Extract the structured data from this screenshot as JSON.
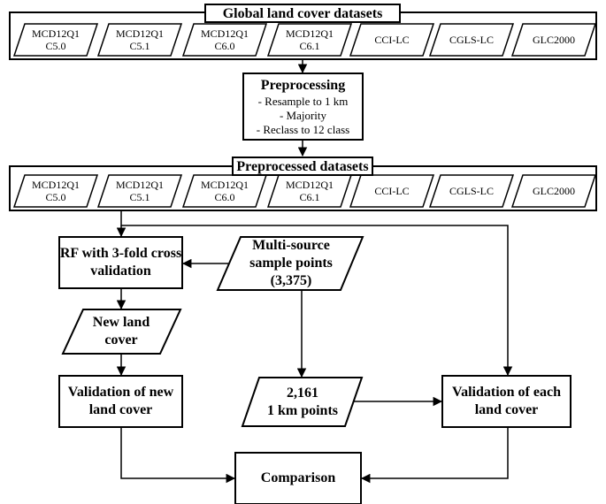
{
  "global": {
    "title": "Global land cover datasets",
    "datasets": [
      {
        "line1": "MCD12Q1",
        "line2": "C5.0"
      },
      {
        "line1": "MCD12Q1",
        "line2": "C5.1"
      },
      {
        "line1": "MCD12Q1",
        "line2": "C6.0"
      },
      {
        "line1": "MCD12Q1",
        "line2": "C6.1"
      },
      {
        "line1": "CCI-LC",
        "line2": ""
      },
      {
        "line1": "CGLS-LC",
        "line2": ""
      },
      {
        "line1": "GLC2000",
        "line2": ""
      }
    ]
  },
  "preprocessing": {
    "title": "Preprocessing",
    "steps": [
      "- Resample to 1 km",
      "- Majority",
      "- Reclass to 12 class"
    ]
  },
  "preprocessed": {
    "title": "Preprocessed datasets",
    "datasets": [
      {
        "line1": "MCD12Q1",
        "line2": "C5.0"
      },
      {
        "line1": "MCD12Q1",
        "line2": "C5.1"
      },
      {
        "line1": "MCD12Q1",
        "line2": "C6.0"
      },
      {
        "line1": "MCD12Q1",
        "line2": "C6.1"
      },
      {
        "line1": "CCI-LC",
        "line2": ""
      },
      {
        "line1": "CGLS-LC",
        "line2": ""
      },
      {
        "line1": "GLC2000",
        "line2": ""
      }
    ]
  },
  "rf": {
    "line1": "RF with 3-fold cross",
    "line2": "validation"
  },
  "samples": {
    "line1": "Multi-source",
    "line2": "sample points",
    "line3": "(3,375)"
  },
  "newlc": {
    "line1": "New land",
    "line2": "cover"
  },
  "validation_new": {
    "line1": "Validation of new",
    "line2": "land cover"
  },
  "points": {
    "line1": "2,161",
    "line2": "1 km points"
  },
  "validation_each": {
    "line1": "Validation of each",
    "line2": "land cover"
  },
  "comparison": {
    "label": "Comparison"
  }
}
